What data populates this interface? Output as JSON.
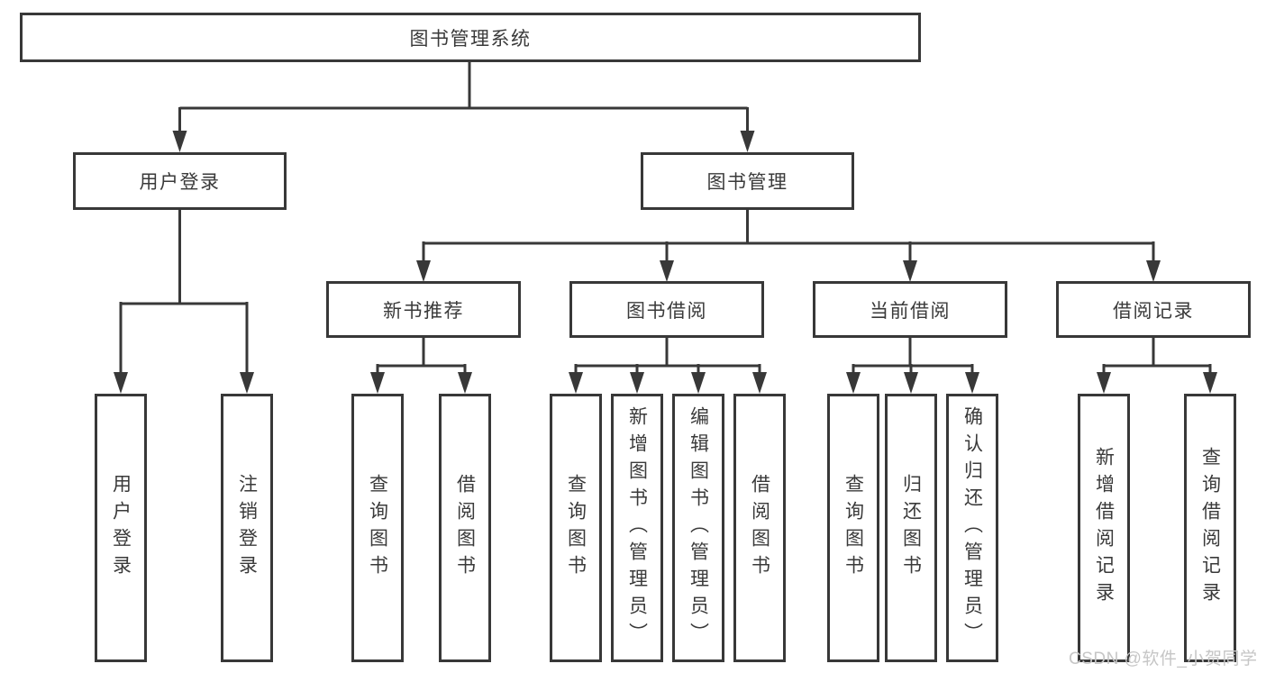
{
  "diagram": {
    "root": {
      "label": "图书管理系统"
    },
    "level2": [
      {
        "label": "用户登录",
        "children": [
          {
            "label": "用户登录"
          },
          {
            "label": "注销登录"
          }
        ]
      },
      {
        "label": "图书管理"
      }
    ],
    "level3": [
      {
        "label": "新书推荐",
        "children": [
          {
            "label": "查询图书"
          },
          {
            "label": "借阅图书"
          }
        ]
      },
      {
        "label": "图书借阅",
        "children": [
          {
            "label": "查询图书"
          },
          {
            "label": "新增图书（管理员）"
          },
          {
            "label": "编辑图书（管理员）"
          },
          {
            "label": "借阅图书"
          }
        ]
      },
      {
        "label": "当前借阅",
        "children": [
          {
            "label": "查询图书"
          },
          {
            "label": "归还图书"
          },
          {
            "label": "确认归还（管理员）"
          }
        ]
      },
      {
        "label": "借阅记录",
        "children": [
          {
            "label": "新增借阅记录"
          },
          {
            "label": "查询借阅记录"
          }
        ]
      }
    ]
  },
  "colors": {
    "line": "#383838",
    "text": "#3a3a3a",
    "watermark": "#c6c6c6"
  },
  "watermark": {
    "text": "CSDN @软件_小贺同学"
  }
}
